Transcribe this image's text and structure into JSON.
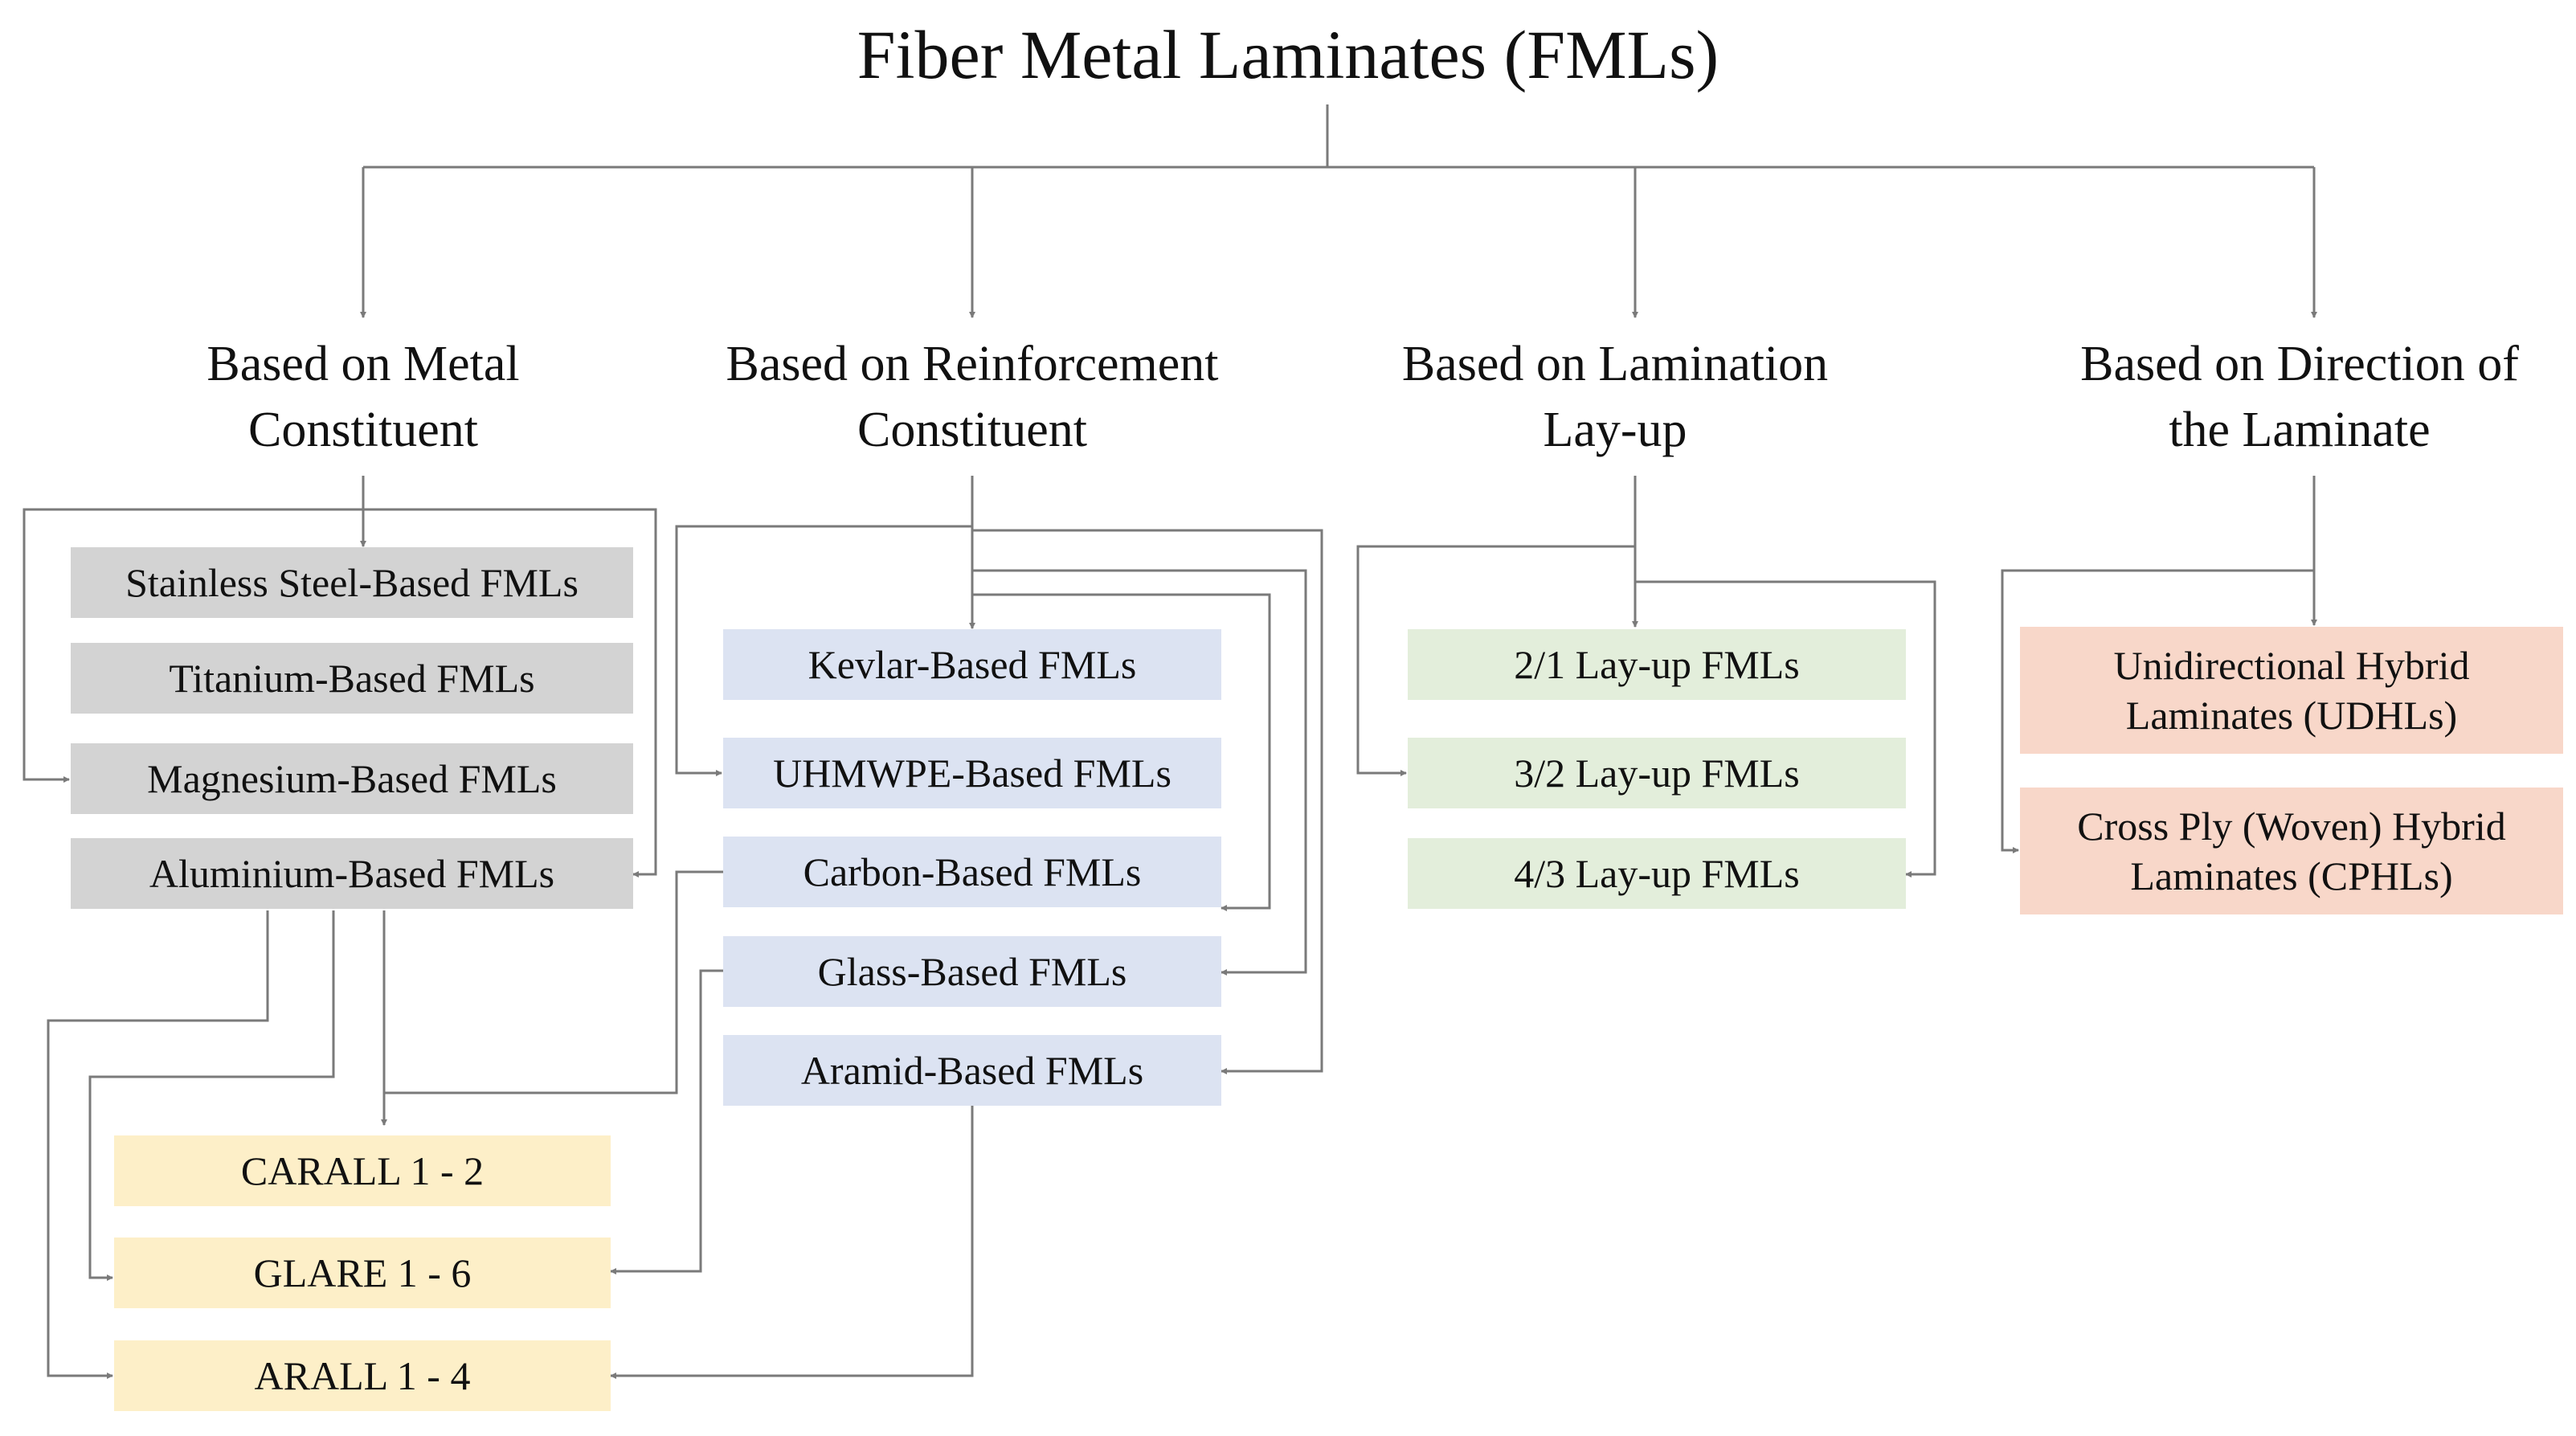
{
  "title": "Fiber Metal Laminates (FMLs)",
  "colors": {
    "metal": "#d3d3d3",
    "reinforcement": "#dce3f2",
    "layup": "#e3eedb",
    "direction": "#f8d7c9",
    "hybrid": "#fdefc8",
    "connector": "#7a7a7a"
  },
  "categories": {
    "metal": [
      "Based on Metal",
      "Constituent"
    ],
    "reinforcement": [
      "Based on Reinforcement",
      "Constituent"
    ],
    "layup": [
      "Based on Lamination",
      "Lay-up"
    ],
    "direction": [
      "Based on Direction of",
      "the Laminate"
    ]
  },
  "metal": [
    "Stainless Steel-Based FMLs",
    "Titanium-Based FMLs",
    "Magnesium-Based FMLs",
    "Aluminium-Based FMLs"
  ],
  "reinforcement": [
    "Kevlar-Based FMLs",
    "UHMWPE-Based FMLs",
    "Carbon-Based FMLs",
    "Glass-Based FMLs",
    "Aramid-Based FMLs"
  ],
  "layup": [
    "2/1 Lay-up FMLs",
    "3/2 Lay-up FMLs",
    "4/3 Lay-up FMLs"
  ],
  "direction": [
    [
      "Unidirectional Hybrid",
      "Laminates (UDHLs)"
    ],
    [
      "Cross Ply (Woven) Hybrid",
      "Laminates (CPHLs)"
    ]
  ],
  "hybrids": [
    "CARALL 1 - 2",
    "GLARE 1 - 6",
    "ARALL 1 - 4"
  ]
}
